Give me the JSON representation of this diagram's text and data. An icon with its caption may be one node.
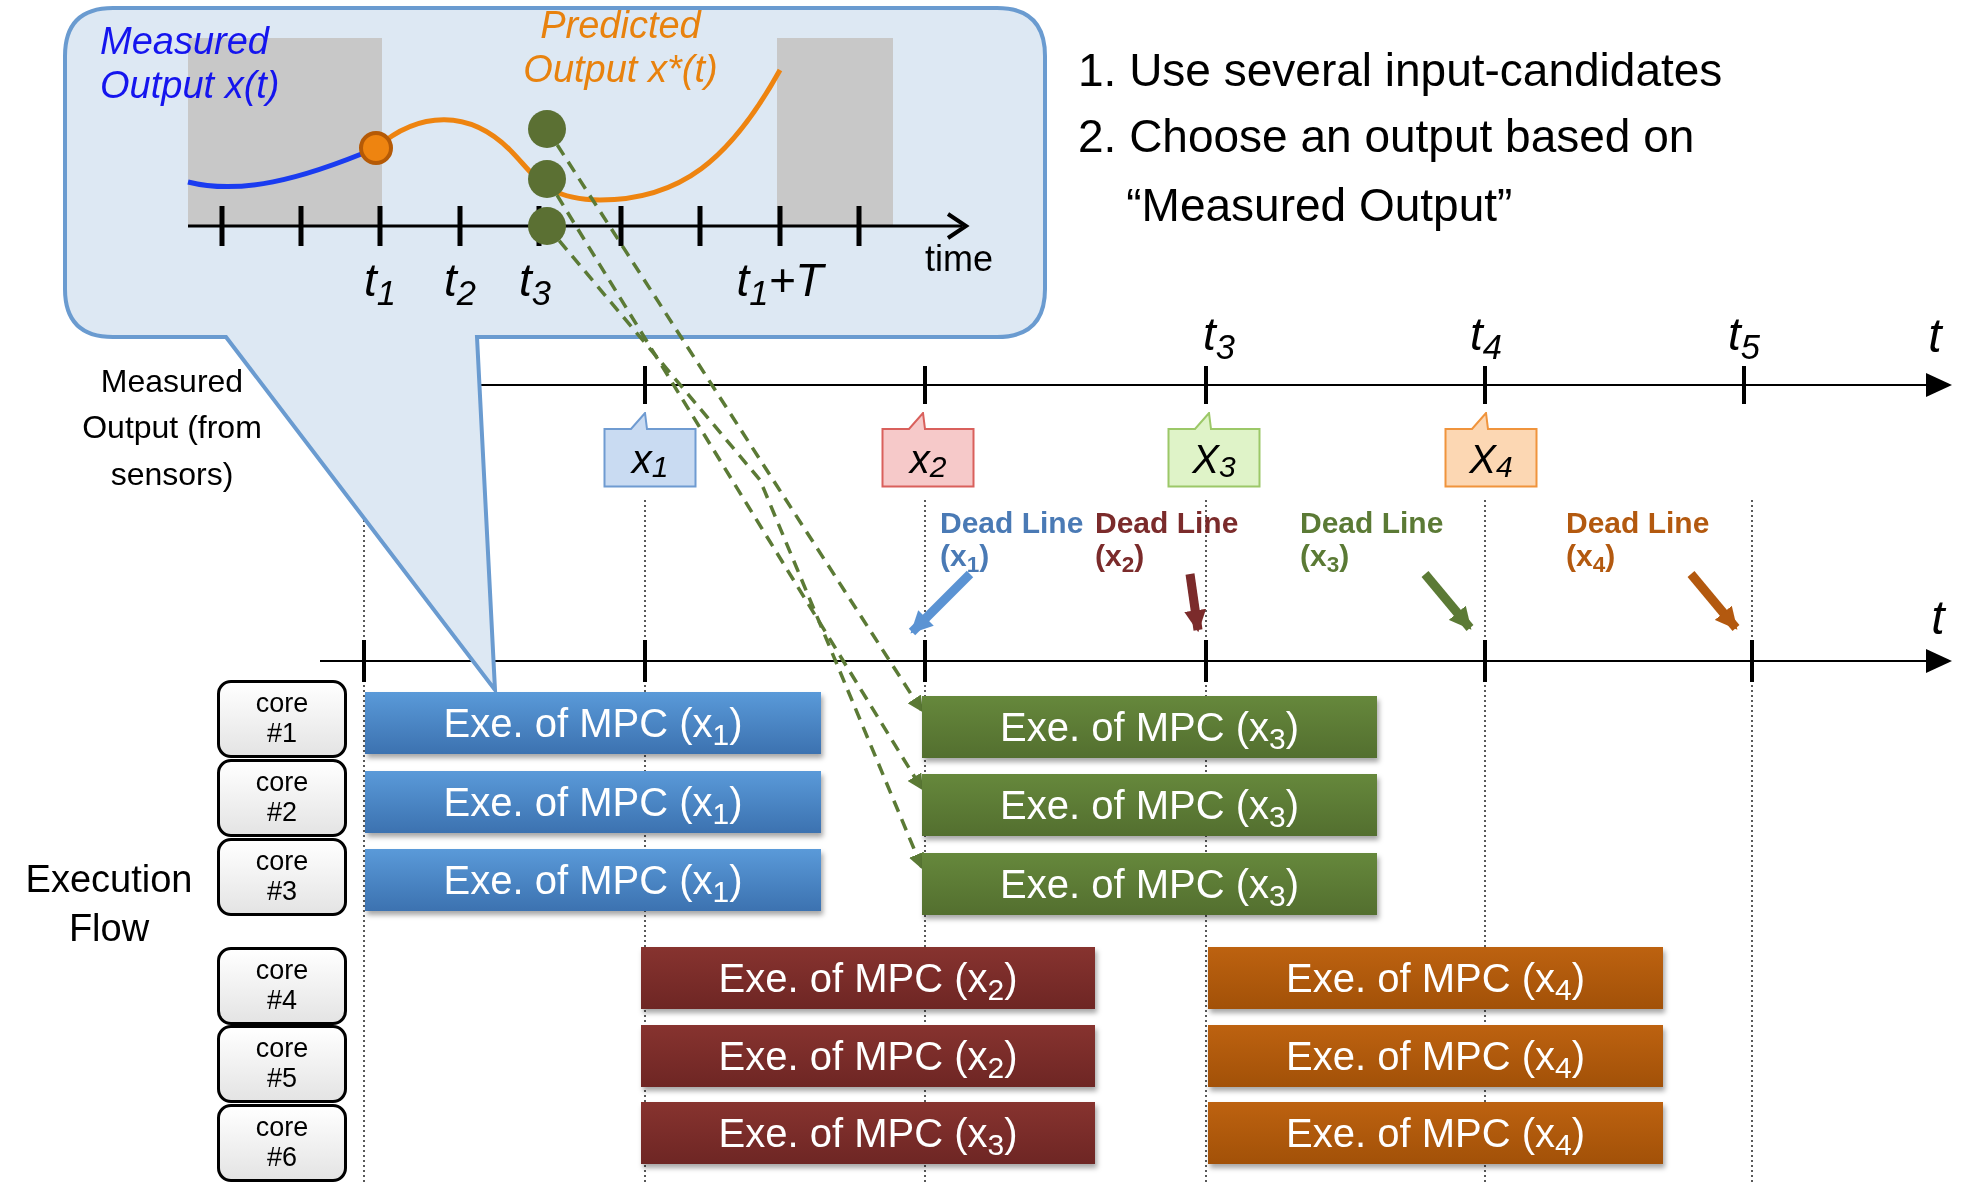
{
  "diagram": {
    "nodes": [
      {
        "text": [
          "Measured Output x(t)",
          "Predicted Output x*(t)",
          "t$_{1}$",
          "t$_{2}$",
          "t$_{3}$",
          "t$_{1}$+T",
          "time"
        ]
      },
      {
        "text": [],
        "shape": "circle",
        "in": 0
      },
      {
        "text": [],
        "shape": "circle",
        "in": 0
      },
      {
        "text": [],
        "shape": "circle",
        "in": 0
      },
      {
        "text": [
          "x$_{1}$"
        ]
      },
      {
        "text": [
          "x$_{2}$"
        ]
      },
      {
        "text": [
          "X$_{3}$"
        ]
      },
      {
        "text": [
          "X$_{4}$"
        ]
      },
      {
        "text": [
          "Dead Line (x$_{1}$)"
        ]
      },
      {
        "text": [
          "Dead Line (x$_{2}$)"
        ]
      },
      {
        "text": [
          "Dead Line (x$_{3}$)"
        ]
      },
      {
        "text": [
          "Dead Line (x$_{4}$)"
        ]
      },
      {
        "text": [
          "core #1"
        ]
      },
      {
        "text": [
          "core #2"
        ]
      },
      {
        "text": [
          "core #3"
        ]
      },
      {
        "text": [
          "core #4"
        ]
      },
      {
        "text": [
          "core #5"
        ]
      },
      {
        "text": [
          "core #6"
        ]
      },
      {
        "text": [
          "Exe. of MPC (x$_{1}$)"
        ]
      },
      {
        "text": [
          "Exe. of MPC (x$_{3}$)"
        ]
      },
      {
        "text": [
          "Exe. of MPC (x$_{1}$)"
        ]
      },
      {
        "text": [
          "Exe. of MPC (x$_{3}$)"
        ]
      },
      {
        "text": [
          "Exe. of MPC (x$_{1}$)"
        ]
      },
      {
        "text": [
          "Exe. of MPC (x$_{3}$)"
        ]
      },
      {
        "text": [
          "Exe. of MPC (x$_{2}$)"
        ]
      },
      {
        "text": [
          "Exe. of MPC (x$_{4}$)"
        ]
      },
      {
        "text": [
          "Exe. of MPC (x$_{2}$)"
        ]
      },
      {
        "text": [
          "Exe. of MPC (x$_{4}$)"
        ]
      },
      {
        "text": [
          "Exe. of MPC (x$_{3}$)"
        ]
      },
      {
        "text": [
          "Exe. of MPC (x$_{4}$)"
        ]
      }
    ],
    "edges": [
      {
        "from": 1,
        "to": 19,
        "arrow": "to",
        "style": "dashed",
        "color": "#5b7a35"
      },
      {
        "from": 2,
        "to": 21,
        "arrow": "to",
        "style": "dashed",
        "color": "#5b7a35"
      },
      {
        "from": 3,
        "to": 23,
        "arrow": "to",
        "style": "dashed",
        "color": "#5b7a35"
      },
      {
        "from": 8,
        "to": null,
        "arrow": "to",
        "color": "#5b93d3"
      },
      {
        "from": 9,
        "to": null,
        "arrow": "to",
        "color": "#7b2b2b"
      },
      {
        "from": 10,
        "to": null,
        "arrow": "to",
        "color": "#5b7a35"
      },
      {
        "from": 11,
        "to": null,
        "arrow": "to",
        "color": "#b3590f"
      }
    ],
    "labels": [
      "1. Use several input-candidates",
      "2. Choose an output based on “Measured Output”",
      "t$_{3}$",
      "t$_{4}$",
      "t$_{5}$",
      "t",
      "Measured Output (from sensors)",
      "t",
      "Execution Flow"
    ]
  }
}
